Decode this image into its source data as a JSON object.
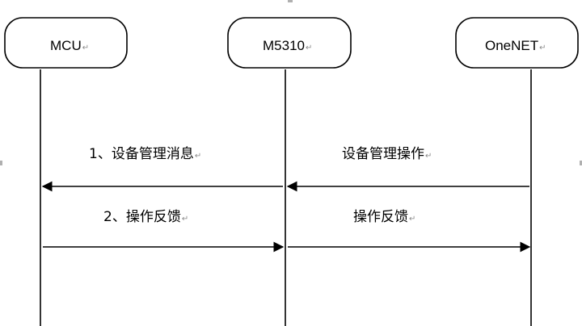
{
  "actors": [
    {
      "id": "mcu",
      "label": "MCU"
    },
    {
      "id": "m5310",
      "label": "M5310"
    },
    {
      "id": "onenet",
      "label": "OneNET"
    }
  ],
  "messages": [
    {
      "from": "m5310",
      "to": "mcu",
      "label": "1、设备管理消息",
      "direction": "left"
    },
    {
      "from": "onenet",
      "to": "m5310",
      "label": "设备管理操作",
      "direction": "left"
    },
    {
      "from": "mcu",
      "to": "m5310",
      "label": "2、操作反馈",
      "direction": "right"
    },
    {
      "from": "m5310",
      "to": "onenet",
      "label": "操作反馈",
      "direction": "right"
    }
  ],
  "paragraph_mark": "↵",
  "colors": {
    "stroke": "#000000",
    "background": "#ffffff",
    "mark": "#8a8a8a"
  }
}
